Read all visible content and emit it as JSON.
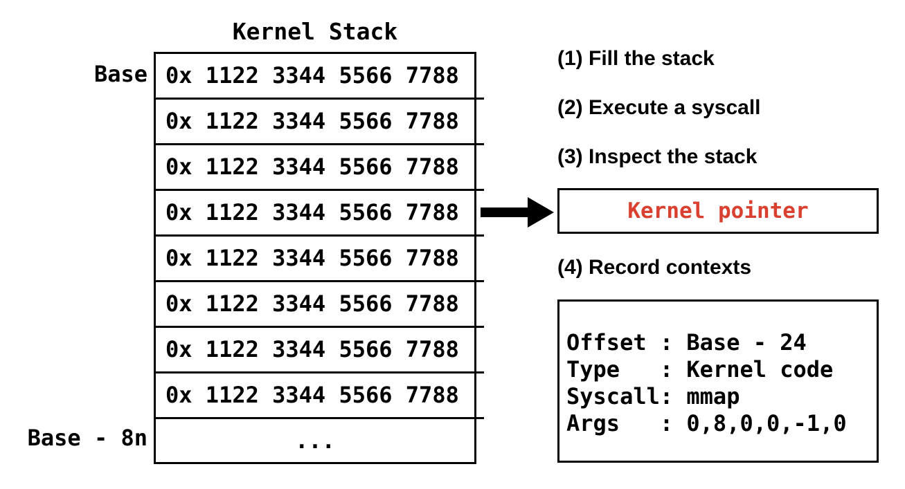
{
  "stack": {
    "title": "Kernel Stack",
    "rows": [
      "0x 1122 3344 5566 7788",
      "0x 1122 3344 5566 7788",
      "0x 1122 3344 5566 7788",
      "0x 1122 3344 5566 7788",
      "0x 1122 3344 5566 7788",
      "0x 1122 3344 5566 7788",
      "0x 1122 3344 5566 7788",
      "0x 1122 3344 5566 7788"
    ],
    "ellipsis": "...",
    "base_label": "Base",
    "bottom_label": "Base - 8n"
  },
  "steps": {
    "fill": "(1) Fill the stack",
    "execute": "(2) Execute a syscall",
    "inspect": "(3) Inspect the stack",
    "record": "(4) Record contexts"
  },
  "pointer_box": {
    "text": "Kernel pointer",
    "color": "#d9402f"
  },
  "context": {
    "lines": [
      "Offset : Base - 24",
      "Type   : Kernel code",
      "Syscall: mmap",
      "Args   : 0,8,0,0,-1,0"
    ]
  }
}
